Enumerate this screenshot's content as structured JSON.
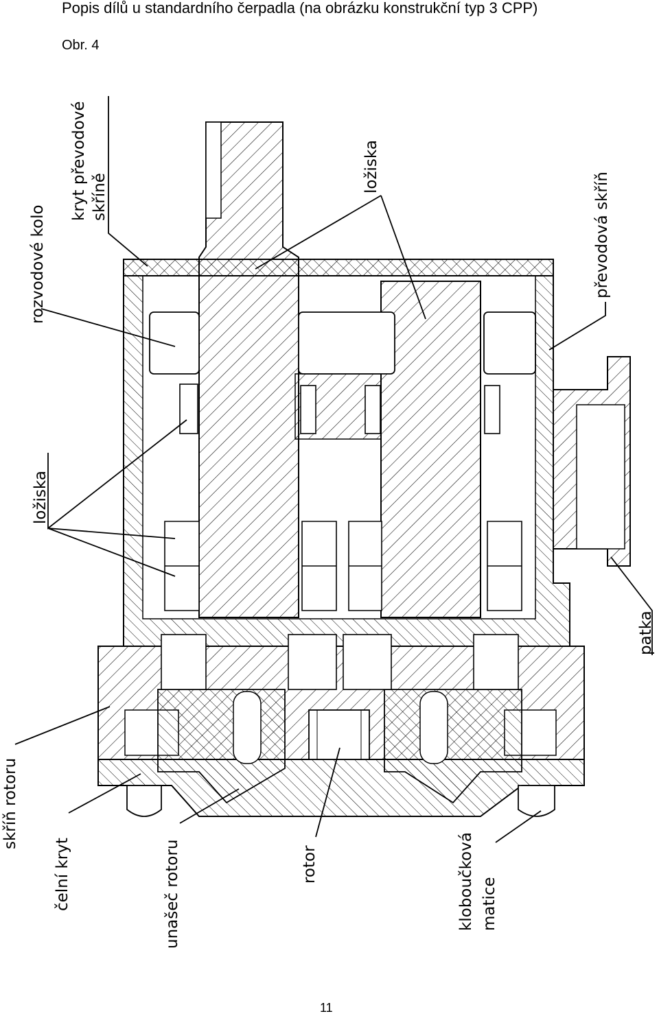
{
  "heading": "Popis dílů u standardního čerpadla (na obrázku konstrukční typ 3 CPP)",
  "figure_number": "Obr. 4",
  "page_number": "11",
  "labels": {
    "rozvodove_kolo": "rozvodové kolo",
    "kryt_line1": "kryt převodové",
    "kryt_line2": "skříně",
    "loziska_top": "ložiska",
    "prevodova_skrin": "převodová skříň",
    "loziska_left": "ložiska",
    "patka": "patka",
    "skrin_rotoru": "skříň rotoru",
    "celni_kryt": "čelní kryt",
    "unasec_rotoru": "unašeč rotoru",
    "rotor": "rotor",
    "kloboucka_line1": "kloboučková",
    "kloboucka_line2": "matice"
  }
}
